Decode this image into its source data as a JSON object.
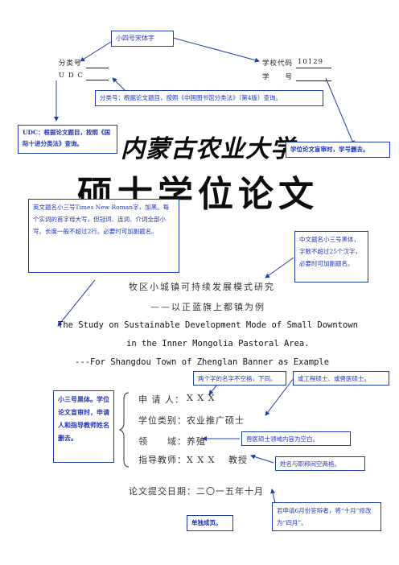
{
  "header": {
    "class_label": "分类号",
    "udc_label": "U D C",
    "school_code_label": "学校代码",
    "school_code_value": "10129",
    "student_no_label": "学　　号"
  },
  "university_name": "内蒙古农业大学",
  "degree_title": "硕士学位论文",
  "thesis": {
    "title_cn": "牧区小城镇可持续发展模式研究",
    "subtitle_cn": "——以正蓝旗上都镇为例",
    "title_en_line1": "The Study on Sustainable Development Mode of Small Downtown",
    "title_en_line2": "in the Inner Mongolia Pastoral Area.",
    "title_en_line3": "---For Shangdou Town of Zhenglan Banner as Example"
  },
  "applicant": {
    "applicant_label": "申 请 人：",
    "applicant_value": "X X X",
    "category_label": "学位类别：",
    "category_value": "农业推广硕士",
    "field_label": "领　　域：",
    "field_value": "养殖",
    "advisor_label": "指导教师：",
    "advisor_value": "X X X　 教授"
  },
  "submit_date": "论文提交日期：二〇一五年十月",
  "annotations": {
    "font_note": "小四号宋体字",
    "class_note": "分类号：根据论文题目，按照《中国图书馆分类法》（第4版）查询。",
    "udc_note": "UDC：根据论文题目，按照《国际十进分类法》查询。",
    "student_no_note": "学位论文盲审时，学号删去。",
    "en_title_note": "英文题名小三号Times New Roman字，加黑。每个实词的首字母大写，但冠词、连词、介词全部小写。长度一般不超过2行。必要时可加副题名。",
    "cn_title_note": "中文题名小三号黑体，字数不超过25个汉字，必要时可加副题名。",
    "name_spacing_note": "两个字的名字不空格，下同。",
    "degree_type_note": "或工程硕士、或兽医硕士。",
    "applicant_font_note": "小三号黑体。学位论文盲审时，申请人和指导教师姓名删去。",
    "field_note": "兽医硕士领域内容为空白。",
    "advisor_note": "姓名与职称间空两格。",
    "separate_page_note": "单独成页。",
    "june_note": "若申请6月份答辩者，将“十月”修改为“四月”。"
  },
  "colors": {
    "annotation": "#2436b8",
    "border": "#1f3fa8",
    "text": "#222222"
  }
}
